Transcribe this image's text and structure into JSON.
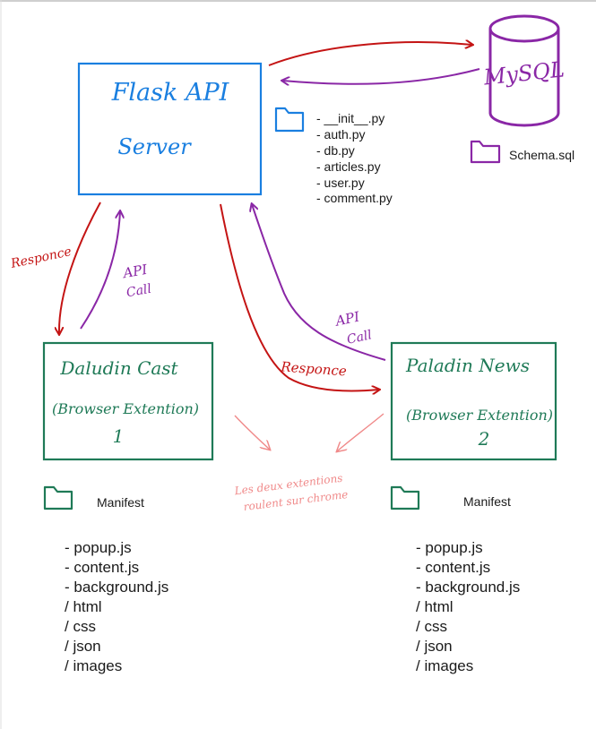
{
  "colors": {
    "blue": "#1a7fe0",
    "green": "#1f7a57",
    "purple": "#8a27a6",
    "red": "#c41414",
    "pink": "#f08a8a",
    "text": "#1a1a1a",
    "border": "#cfcfcf"
  },
  "server": {
    "title": "Flask API",
    "subtitle": "Server",
    "files": [
      "- __init__.py",
      "- auth.py",
      "- db.py",
      "- articles.py",
      "- user.py",
      "- comment.py"
    ]
  },
  "database": {
    "label": "MySQL",
    "schema_label": "Schema.sql"
  },
  "ext1": {
    "title": "Daludin Cast",
    "subtitle": "(Browser Extention)",
    "number": "1",
    "folder_label": "Manifest",
    "files": [
      "- popup.js",
      "- content.js",
      "- background.js",
      "/ html",
      "/ css",
      "/ json",
      "/ images"
    ]
  },
  "ext2": {
    "title": "Paladin News",
    "subtitle": "(Browser Extention)",
    "number": "2",
    "folder_label": "Manifest",
    "files": [
      "- popup.js",
      "- content.js",
      "- background.js",
      "/ html",
      "/ css",
      "/ json",
      "/ images"
    ]
  },
  "arrows": {
    "left_response": "Responce",
    "left_api_1": "API",
    "left_api_2": "Call",
    "right_api_1": "API",
    "right_api_2": "Call",
    "right_response": "Responce"
  },
  "note": {
    "line1": "Les deux extentions",
    "line2": "roulent sur chrome"
  }
}
